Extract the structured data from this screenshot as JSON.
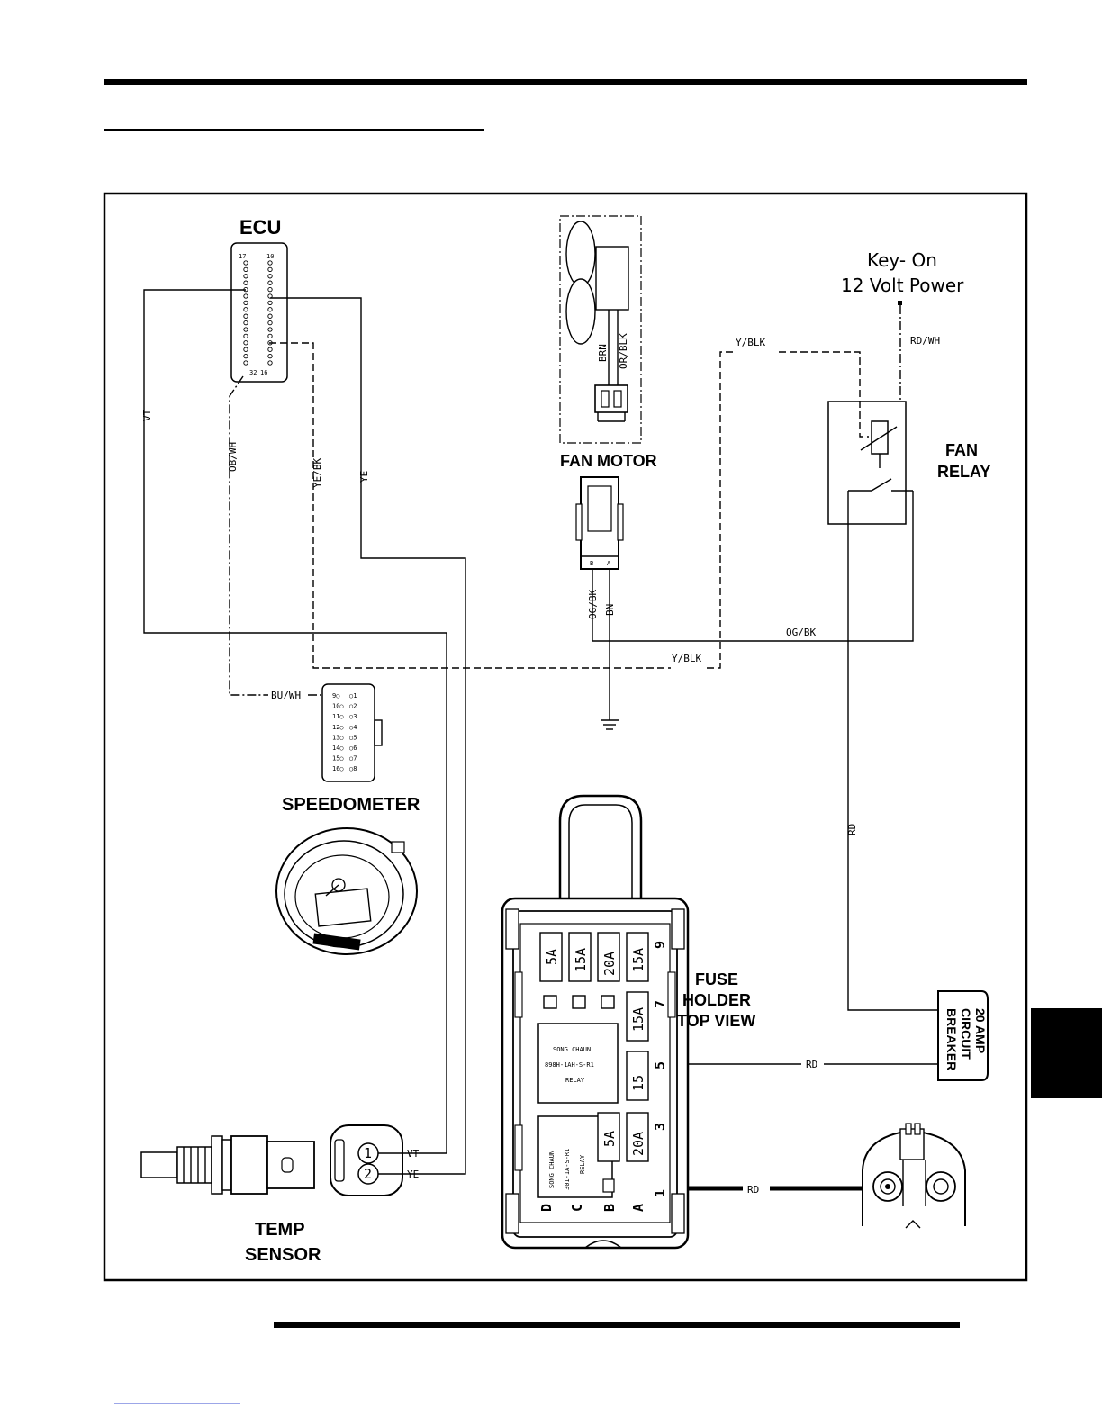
{
  "components": {
    "ecu": "ECU",
    "ecu_pins": {
      "top_left": "17",
      "top_right": "10",
      "bottom_left": "32",
      "bottom_right": "16"
    },
    "fan_motor": "FAN MOTOR",
    "fan_relay": [
      "FAN",
      "RELAY"
    ],
    "key_on": [
      "Key- On",
      "12 Volt Power"
    ],
    "speedometer": "SPEEDOMETER",
    "speedometer_pins": [
      "9",
      "1",
      "10",
      "2",
      "11",
      "3",
      "12",
      "4",
      "13",
      "5",
      "14",
      "6",
      "15",
      "7",
      "16",
      "8"
    ],
    "fuse_holder": [
      "FUSE",
      "HOLDER",
      "TOP VIEW"
    ],
    "circuit_breaker": [
      "20 AMP",
      "CIRCUIT",
      "BREAKER"
    ],
    "temp_sensor": [
      "TEMP",
      "SENSOR"
    ],
    "connector_pins": {
      "b": "B",
      "a": "A"
    },
    "sensor_pins": {
      "one": "1",
      "two": "2"
    }
  },
  "wires": {
    "vt": "VT",
    "ob_wh": "OB/WH",
    "ye_bk": "YE/BK",
    "ye": "YE",
    "brn": "BRN",
    "or_blk": "OR/BLK",
    "y_blk": "Y/BLK",
    "rd_wh": "RD/WH",
    "og_bk": "OG/BK",
    "bn": "BN",
    "bu_wh": "BU/WH",
    "rd": "RD"
  },
  "fuse_block": {
    "fuses_row1": [
      "5A",
      "15A",
      "20A",
      "15A"
    ],
    "fuse_7": "15A",
    "fuse_5": "15",
    "fuse_3": [
      "5A",
      "20A"
    ],
    "slot_numbers": [
      "9",
      "7",
      "5",
      "3",
      "1"
    ],
    "relay1": [
      "SONG CHAUN",
      "898H-1AH-S-R1",
      "RELAY"
    ],
    "relay2": [
      "SONG CHAUN",
      "301-1A-S-R1",
      "RELAY"
    ],
    "bottom_letters": [
      "D",
      "C",
      "B",
      "A"
    ]
  }
}
